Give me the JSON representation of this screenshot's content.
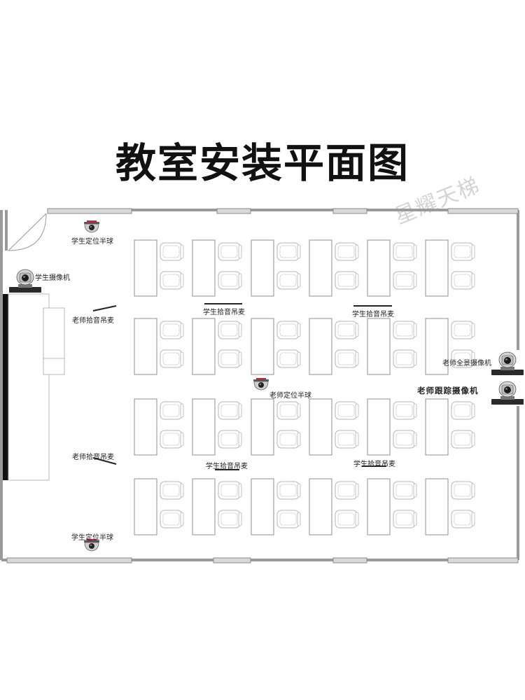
{
  "title": "教室安装平面图",
  "watermark": "星耀天梯",
  "labels": {
    "student_dome_top": "学生定位半球",
    "student_camera": "学生摄像机",
    "teacher_mic_top": "老师拾音吊麦",
    "student_mic_1": "学生拾音吊麦",
    "student_mic_2": "学生拾音吊麦",
    "teacher_pano_camera": "老师全景摄像机",
    "teacher_dome": "老师定位半球",
    "teacher_tracking_camera": "老师跟踪摄像机",
    "teacher_mic_bottom": "老师拾音吊麦",
    "student_mic_3": "学生拾音吊麦",
    "student_mic_4": "学生拾音吊麦",
    "student_dome_bottom": "学生定位半球"
  },
  "icons": {
    "dome_camera": "dome-camera-icon",
    "ptz_camera": "ptz-camera-icon",
    "microphone": "hanging-microphone-icon"
  },
  "colors": {
    "wall": "#9a9a9a",
    "desk": "#8f8f8f",
    "board": "#111111",
    "camera": "#333333"
  }
}
